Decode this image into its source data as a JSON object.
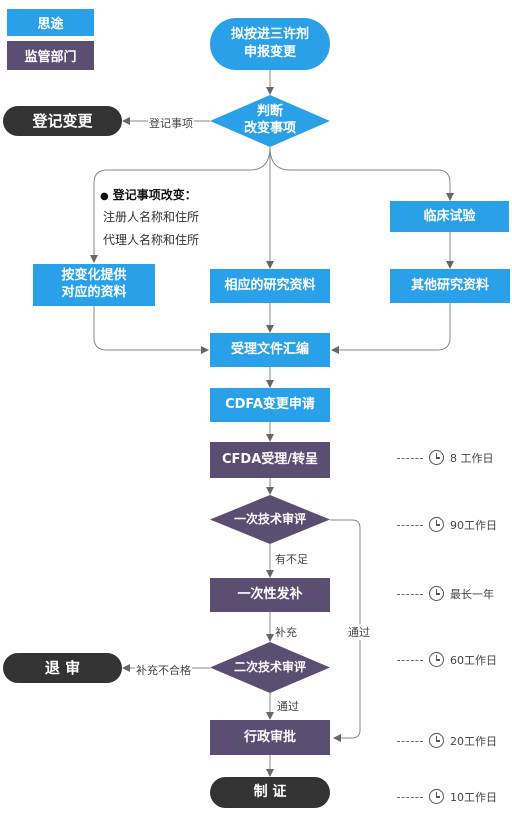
{
  "legend": {
    "blue_label": "思途",
    "purple_label": "监管部门"
  },
  "colors": {
    "blue": "#2aa0e8",
    "purple": "#5c4e72",
    "dark": "#333333"
  },
  "nodes": {
    "start": "拟按进三许剂\n申报变更",
    "judge": "判断\n改变事项",
    "register_change": "登记变更",
    "clinical_trial": "临床试验",
    "provide_materials": "按变化提供\n对应的资料",
    "research_materials": "相应的研究资料",
    "other_research": "其他研究资料",
    "compile": "受理文件汇编",
    "cdfa_apply": "CDFA变更申请",
    "cfda_accept": "CFDA受理/转呈",
    "first_review": "一次技术审评",
    "supplement": "一次性发补",
    "second_review": "二次技术审评",
    "reject": "退 审",
    "admin_approve": "行政审批",
    "certify": "制 证"
  },
  "register_items": {
    "title": "登记事项改变：",
    "items": [
      "注册人名称和住所",
      "代理人名称和住所"
    ]
  },
  "edge_labels": {
    "register": "登记事项",
    "insufficient": "有不足",
    "supplement": "补充",
    "pass_right": "通过",
    "unqualified": "补充不合格",
    "pass_down": "通过"
  },
  "timeline": [
    "8 工作日",
    "90工作日",
    "最长一年",
    "60工作日",
    "20工作日",
    "10工作日"
  ]
}
